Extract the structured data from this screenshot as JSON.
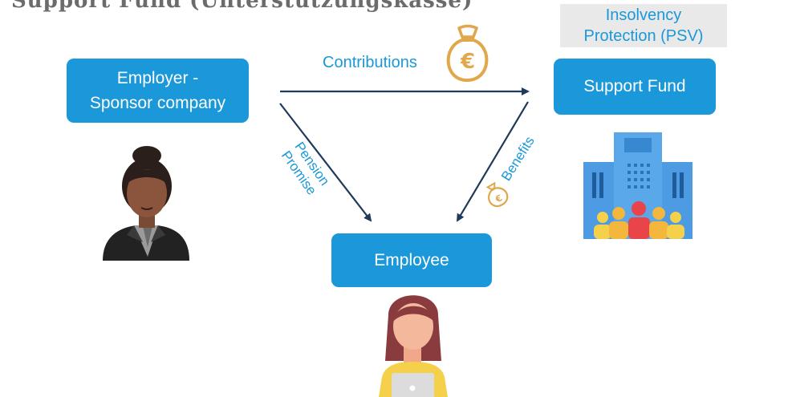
{
  "title": "Support Fund (Unterstützungskasse)",
  "nodes": {
    "employer": {
      "line1": "Employer -",
      "line2": "Sponsor company"
    },
    "support_fund": {
      "label": "Support Fund"
    },
    "employee": {
      "label": "Employee"
    },
    "psv": {
      "line1": "Insolvency",
      "line2": "Protection (PSV)"
    }
  },
  "edges": {
    "contributions": "Contributions",
    "pension_promise": {
      "line1": "Pension",
      "line2": "Promise"
    },
    "benefits": "Benefits"
  },
  "icons": {
    "money_bag": "euro-money-bag-icon",
    "small_money_bag": "small-euro-bag-icon",
    "euro_symbol": "€",
    "building": "building-with-people-icon",
    "employer_person": "businesswoman-icon",
    "employee_person": "employee-laptop-icon"
  },
  "colors": {
    "box": "#1b98d9",
    "label": "#1b98d9",
    "arrow": "#1f3a5a",
    "gold": "#e0a84a",
    "psv_bg": "#e9e9e9"
  }
}
